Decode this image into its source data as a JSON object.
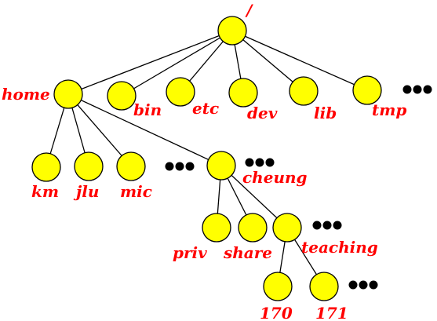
{
  "nodes": [
    {
      "id": "root",
      "label": "/"
    },
    {
      "id": "home",
      "label": "home"
    },
    {
      "id": "bin",
      "label": "bin"
    },
    {
      "id": "etc",
      "label": "etc"
    },
    {
      "id": "dev",
      "label": "dev"
    },
    {
      "id": "lib",
      "label": "lib"
    },
    {
      "id": "tmp",
      "label": "tmp"
    },
    {
      "id": "km",
      "label": "km"
    },
    {
      "id": "jlu",
      "label": "jlu"
    },
    {
      "id": "mic",
      "label": "mic"
    },
    {
      "id": "cheung",
      "label": "cheung"
    },
    {
      "id": "priv",
      "label": "priv"
    },
    {
      "id": "share",
      "label": "share"
    },
    {
      "id": "teaching",
      "label": "teaching"
    },
    {
      "id": "c170",
      "label": "170"
    },
    {
      "id": "c171",
      "label": "171"
    }
  ],
  "edges": [
    [
      "root",
      "home"
    ],
    [
      "root",
      "bin"
    ],
    [
      "root",
      "etc"
    ],
    [
      "root",
      "dev"
    ],
    [
      "root",
      "lib"
    ],
    [
      "root",
      "tmp"
    ],
    [
      "home",
      "km"
    ],
    [
      "home",
      "jlu"
    ],
    [
      "home",
      "mic"
    ],
    [
      "home",
      "cheung"
    ],
    [
      "cheung",
      "priv"
    ],
    [
      "cheung",
      "share"
    ],
    [
      "cheung",
      "teaching"
    ],
    [
      "teaching",
      "c170"
    ],
    [
      "teaching",
      "c171"
    ]
  ],
  "ellipses": [
    {
      "id": "after-tmp"
    },
    {
      "id": "between-mic-cheung"
    },
    {
      "id": "after-cheung"
    },
    {
      "id": "after-teaching"
    },
    {
      "id": "after-171"
    }
  ],
  "colors": {
    "node_fill": "#ffff00",
    "label": "#ff0000",
    "edge": "#000000"
  }
}
